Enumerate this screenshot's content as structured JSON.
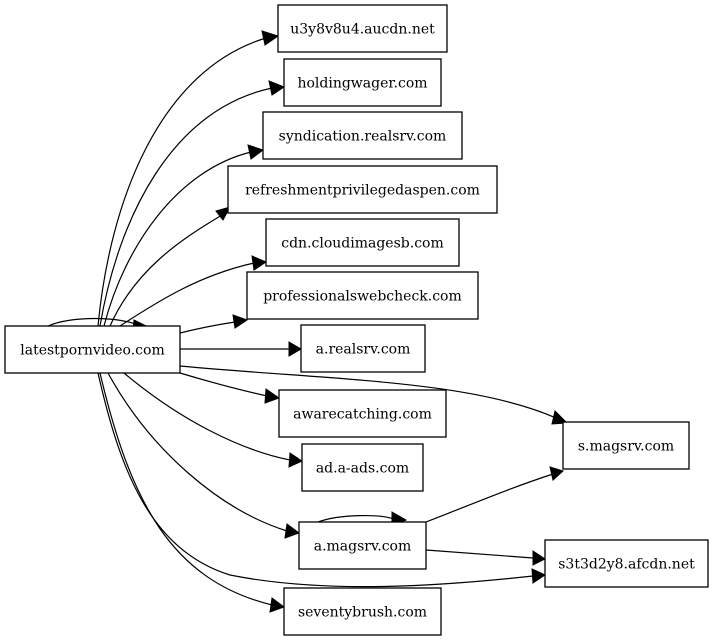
{
  "graph": {
    "nodes": [
      {
        "id": "n0",
        "label": "latestpornvideo.com"
      },
      {
        "id": "n1",
        "label": "u3y8v8u4.aucdn.net"
      },
      {
        "id": "n2",
        "label": "holdingwager.com"
      },
      {
        "id": "n3",
        "label": "syndication.realsrv.com"
      },
      {
        "id": "n4",
        "label": "refreshmentprivilegedaspen.com"
      },
      {
        "id": "n5",
        "label": "cdn.cloudimagesb.com"
      },
      {
        "id": "n6",
        "label": "professionalswebcheck.com"
      },
      {
        "id": "n7",
        "label": "a.realsrv.com"
      },
      {
        "id": "n8",
        "label": "awarecatching.com"
      },
      {
        "id": "n9",
        "label": "ad.a-ads.com"
      },
      {
        "id": "n10",
        "label": "a.magsrv.com"
      },
      {
        "id": "n11",
        "label": "seventybrush.com"
      },
      {
        "id": "n12",
        "label": "s.magsrv.com"
      },
      {
        "id": "n13",
        "label": "s3t3d2y8.afcdn.net"
      }
    ],
    "edges": [
      {
        "from": "n0",
        "to": "n0"
      },
      {
        "from": "n0",
        "to": "n1"
      },
      {
        "from": "n0",
        "to": "n2"
      },
      {
        "from": "n0",
        "to": "n3"
      },
      {
        "from": "n0",
        "to": "n4"
      },
      {
        "from": "n0",
        "to": "n5"
      },
      {
        "from": "n0",
        "to": "n6"
      },
      {
        "from": "n0",
        "to": "n7"
      },
      {
        "from": "n0",
        "to": "n12"
      },
      {
        "from": "n0",
        "to": "n8"
      },
      {
        "from": "n0",
        "to": "n9"
      },
      {
        "from": "n0",
        "to": "n10"
      },
      {
        "from": "n0",
        "to": "n13"
      },
      {
        "from": "n0",
        "to": "n11"
      },
      {
        "from": "n10",
        "to": "n10"
      },
      {
        "from": "n10",
        "to": "n12"
      },
      {
        "from": "n10",
        "to": "n13"
      }
    ]
  }
}
